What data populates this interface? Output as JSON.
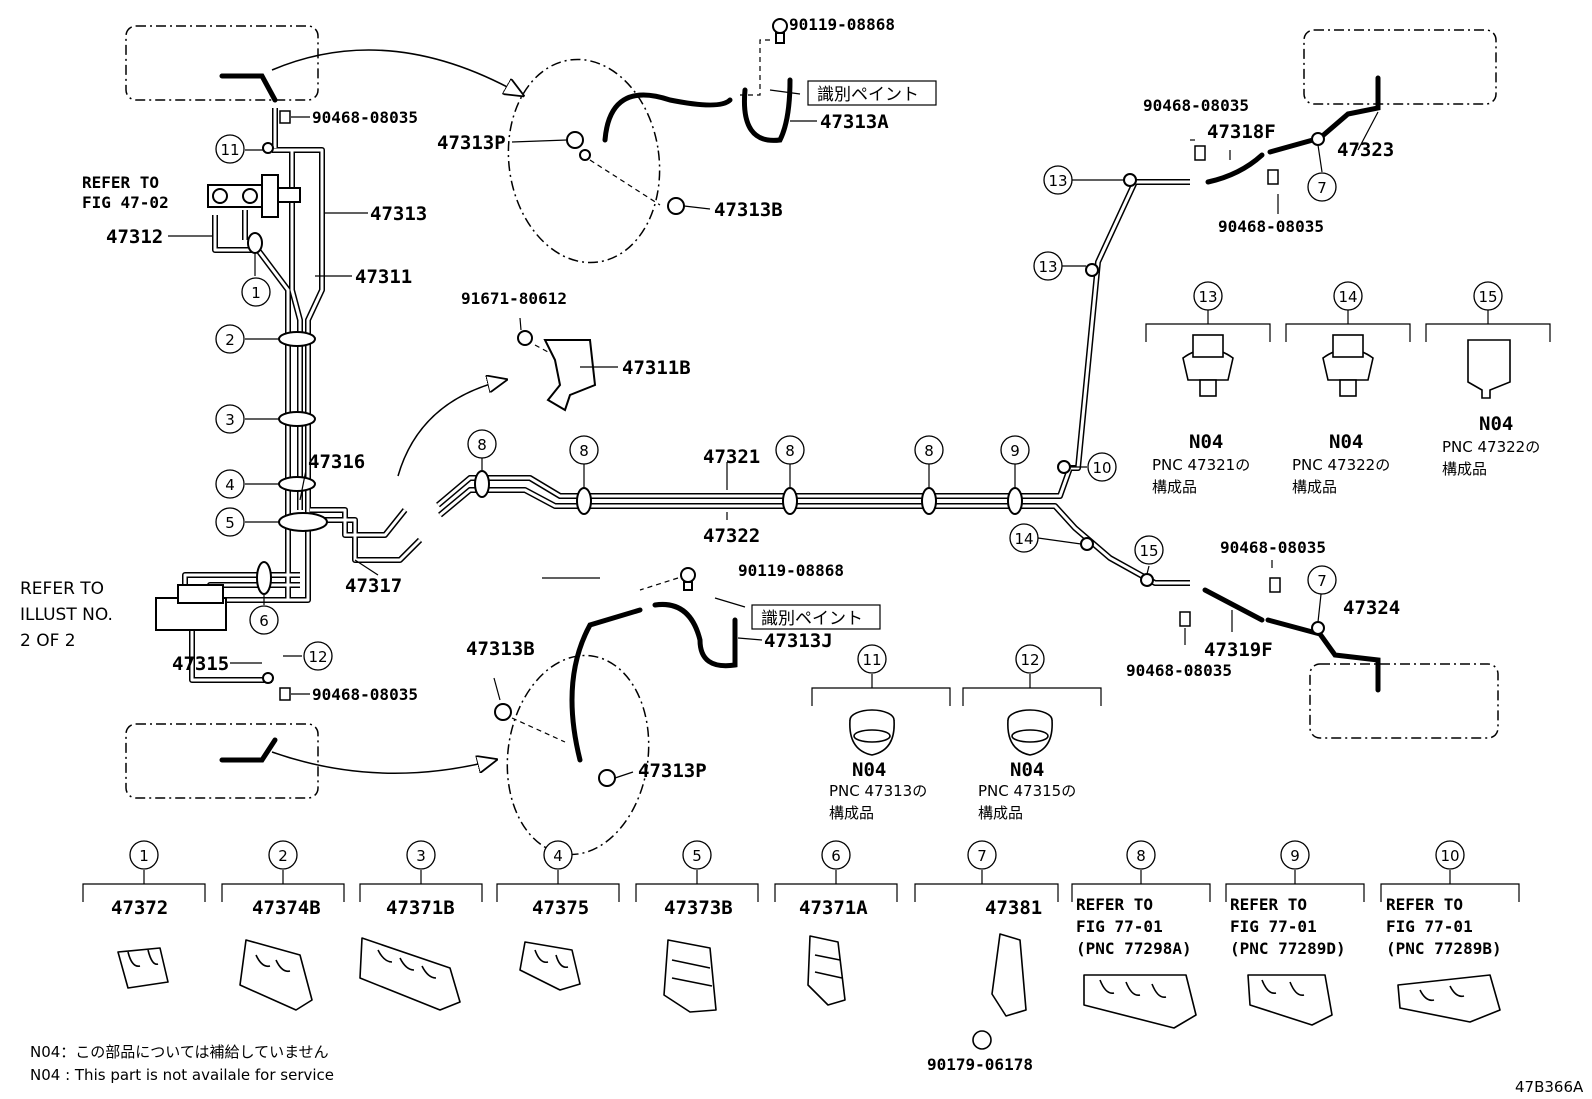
{
  "callouts": {
    "c1": "1",
    "c2": "2",
    "c3": "3",
    "c4": "4",
    "c5": "5",
    "c6": "6",
    "c7": "7",
    "c8": "8",
    "c9": "9",
    "c10": "10",
    "c11": "11",
    "c12": "12",
    "c13": "13",
    "c14": "14",
    "c15": "15"
  },
  "parts": {
    "p47313": "47313",
    "p47311": "47311",
    "p47312": "47312",
    "p47316": "47316",
    "p47317": "47317",
    "p47315": "47315",
    "p47321": "47321",
    "p47322": "47322",
    "p47311B": "47311B",
    "p91671": "91671-80612",
    "p47313P_top": "47313P",
    "p47313A": "47313A",
    "p47313B_top": "47313B",
    "p90119_top": "90119-08868",
    "p47313B_bot": "47313B",
    "p47313P_bot": "47313P",
    "p47313J": "47313J",
    "p90119_bot": "90119-08868",
    "p90468_a": "90468-08035",
    "p90468_b": "90468-08035",
    "p90468_c": "90468-08035",
    "p90468_d": "90468-08035",
    "p90468_e": "90468-08035",
    "p90468_f": "90468-08035",
    "p47318F": "47318F",
    "p47323": "47323",
    "p47319F": "47319F",
    "p47324": "47324"
  },
  "paint_label": "識別ペイント",
  "refer_fig": {
    "line1": "REFER TO",
    "line2": "FIG 47-02"
  },
  "refer_illust": {
    "line1": "REFER TO",
    "line2": "ILLUST NO.",
    "line3": "2 OF 2"
  },
  "grommets": [
    {
      "code": "N04",
      "pnc": "PNC 47313の",
      "suffix": "構成品"
    },
    {
      "code": "N04",
      "pnc": "PNC 47315の",
      "suffix": "構成品"
    }
  ],
  "clips_right": [
    {
      "code": "N04",
      "pnc": "PNC 47321の",
      "suffix": "構成品"
    },
    {
      "code": "N04",
      "pnc": "PNC 47322の",
      "suffix": "構成品"
    },
    {
      "code": "N04",
      "pnc": "PNC 47322の",
      "suffix": "構成品"
    }
  ],
  "bottom_parts": {
    "b1": "47372",
    "b2": "47374B",
    "b3": "47371B",
    "b4": "47375",
    "b5": "47373B",
    "b6": "47371A",
    "b7": "47381",
    "b7sub": "90179-06178",
    "b8a": "REFER TO",
    "b8b": "FIG 77-01",
    "b8c": "(PNC 77298A)",
    "b9a": "REFER TO",
    "b9b": "FIG 77-01",
    "b9c": "(PNC 77289D)",
    "b10a": "REFER TO",
    "b10b": "FIG 77-01",
    "b10c": "(PNC 77289B)"
  },
  "notes": {
    "jp": "N04：この部品については補給していません",
    "en": "N04 : This part is not availale for service"
  },
  "figure_id": "47B366A"
}
